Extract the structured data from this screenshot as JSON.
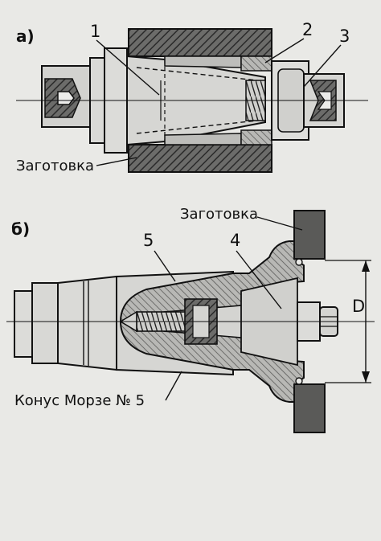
{
  "figure_a": {
    "panel_label": "а)",
    "callouts": [
      "1",
      "2",
      "3"
    ],
    "workpiece_label": "Заготовка"
  },
  "figure_b": {
    "panel_label": "б)",
    "workpiece_label": "Заготовка",
    "callouts": [
      "5",
      "4"
    ],
    "dimension_label": "D",
    "taper_label": "Конус Морзе № 5"
  },
  "colors": {
    "background": "#e9e9e6",
    "ink": "#111111",
    "part_fill": "#d9d9d6",
    "dark_fill": "#555555",
    "section_fill": "#8a8a88"
  }
}
